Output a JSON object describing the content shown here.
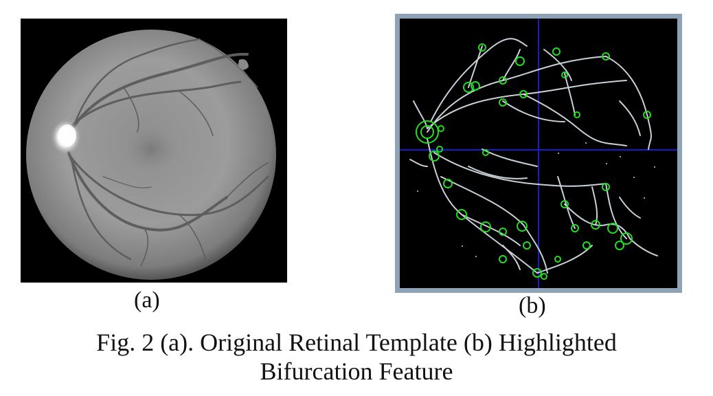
{
  "figure": {
    "label_a": "(a)",
    "label_b": "(b)",
    "caption_line1": "Fig. 2 (a). Original Retinal Template (b) Highlighted",
    "caption_line2": "Bifurcation Feature"
  },
  "colors": {
    "fundus_gray": "#9a9a9a",
    "vessel_white": "#c8d0d8",
    "bifurcation_green": "#22dd22",
    "axis_blue": "#1a1acc",
    "frame_blue_gray": "#8ea4b6"
  }
}
